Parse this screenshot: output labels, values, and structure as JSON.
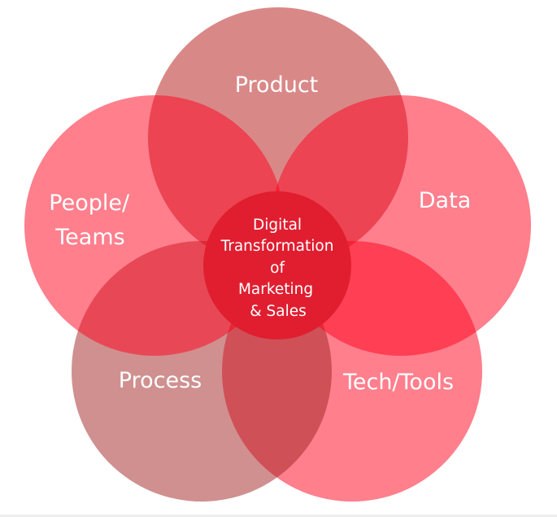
{
  "diagram": {
    "type": "flower-venn",
    "center": {
      "lines": [
        "Digital",
        "Transformation",
        "of",
        "Marketing",
        "& Sales"
      ],
      "color": "#E01E30"
    },
    "petals": [
      {
        "id": "product",
        "label_lines": [
          "Product"
        ],
        "color": "#B31111"
      },
      {
        "id": "data",
        "label_lines": [
          "Data"
        ],
        "color": "#FF001C"
      },
      {
        "id": "tech-tools",
        "label_lines": [
          "Tech/Tools"
        ],
        "color": "#FF001C"
      },
      {
        "id": "process",
        "label_lines": [
          "Process"
        ],
        "color": "#A12121"
      },
      {
        "id": "people-teams",
        "label_lines": [
          "People/",
          "Teams"
        ],
        "color": "#FF001C"
      }
    ]
  }
}
